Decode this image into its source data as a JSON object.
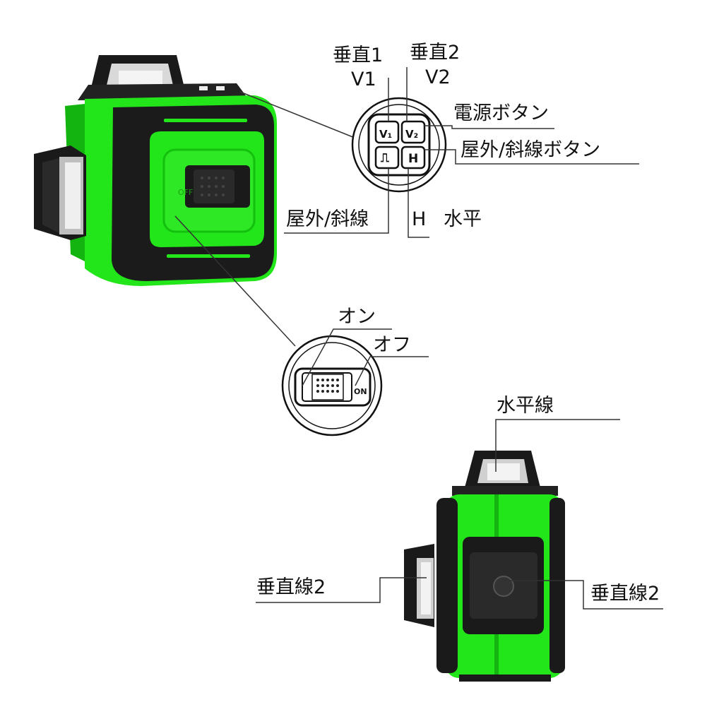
{
  "colors": {
    "body_green": "#22e51a",
    "dark_green": "#13b40f",
    "rubber_black": "#1a1a1a",
    "line_gray": "#333333"
  },
  "labels": {
    "v1_jp": "垂直1",
    "v1": "V1",
    "v2_jp": "垂直2",
    "v2": "V2",
    "power_button": "電源ボタン",
    "outdoor_slant_button": "屋外/斜線ボタン",
    "outdoor_slant": "屋外/斜線",
    "h": "H",
    "horizontal": "水平",
    "on": "オン",
    "off": "オフ",
    "horizontal_line": "水平線",
    "vertical_line_2_left": "垂直線2",
    "vertical_line_2_right": "垂直線2"
  },
  "keypad": {
    "v1_key": "V₁",
    "v2_key": "V₂",
    "h_key": "H",
    "slant_key": "⎍"
  },
  "switch": {
    "off_text": "OFF",
    "on_text": "ON"
  }
}
